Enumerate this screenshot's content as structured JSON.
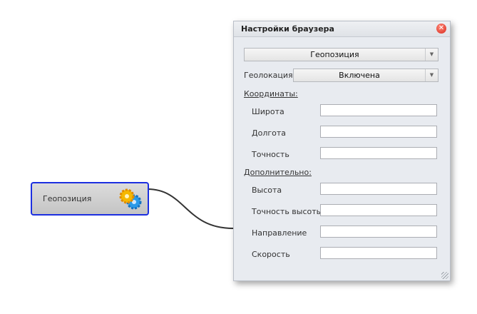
{
  "node": {
    "label": "Геопозиция",
    "icon": "gears-icon"
  },
  "panel": {
    "title": "Настройки браузера",
    "close_icon": "close-icon",
    "category_select": "Геопозиция",
    "geolocation_label": "Геолокация",
    "geolocation_value": "Включена",
    "coordinates_heading": "Координаты:",
    "coordinates": [
      {
        "label": "Широта",
        "value": ""
      },
      {
        "label": "Долгота",
        "value": ""
      },
      {
        "label": "Точность",
        "value": ""
      }
    ],
    "additional_heading": "Дополнительно:",
    "additional": [
      {
        "label": "Высота",
        "value": ""
      },
      {
        "label": "Точность высоты",
        "value": ""
      },
      {
        "label": "Направление",
        "value": ""
      },
      {
        "label": "Скорость",
        "value": ""
      }
    ]
  }
}
